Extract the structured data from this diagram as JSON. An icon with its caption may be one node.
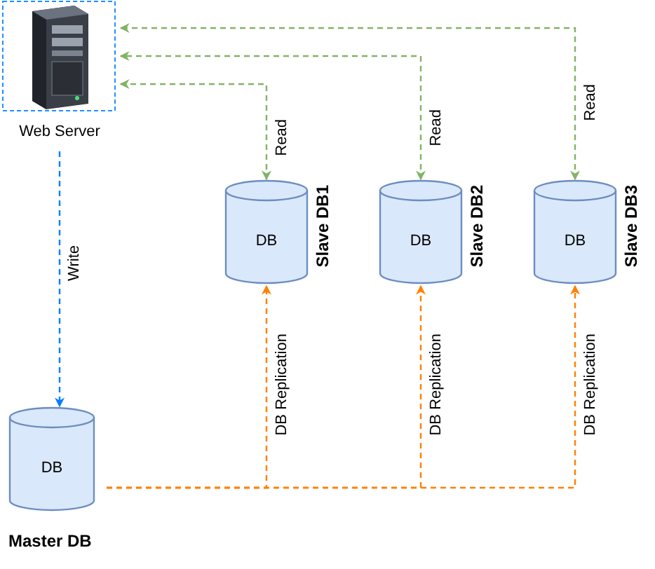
{
  "diagram": {
    "nodes": [
      {
        "text": [
          "Web Server"
        ]
      },
      {
        "text": [
          "DB",
          "Slave DB1"
        ]
      },
      {
        "text": [
          "DB",
          "Slave DB2"
        ]
      },
      {
        "text": [
          "DB",
          "Slave DB3"
        ]
      },
      {
        "text": [
          "DB",
          "Master DB"
        ]
      }
    ],
    "edges": [
      {
        "from": 0,
        "to": 4,
        "arrow": "to",
        "label": "Write",
        "style": "dashed",
        "color": "#007fff"
      },
      {
        "from": 1,
        "to": 0,
        "arrow": "both",
        "label": "Read",
        "style": "dashed",
        "color": "#82b366"
      },
      {
        "from": 2,
        "to": 0,
        "arrow": "both",
        "label": "Read",
        "style": "dashed",
        "color": "#82b366"
      },
      {
        "from": 3,
        "to": 0,
        "arrow": "both",
        "label": "Read",
        "style": "dashed",
        "color": "#82b366"
      },
      {
        "from": 4,
        "to": 1,
        "arrow": "to",
        "label": "DB Replication",
        "style": "dashed",
        "color": "#ff8000"
      },
      {
        "from": 4,
        "to": 2,
        "arrow": "to",
        "label": "DB Replication",
        "style": "dashed",
        "color": "#ff8000"
      },
      {
        "from": 4,
        "to": 3,
        "arrow": "to",
        "label": "DB Replication",
        "style": "dashed",
        "color": "#ff8000"
      }
    ]
  }
}
